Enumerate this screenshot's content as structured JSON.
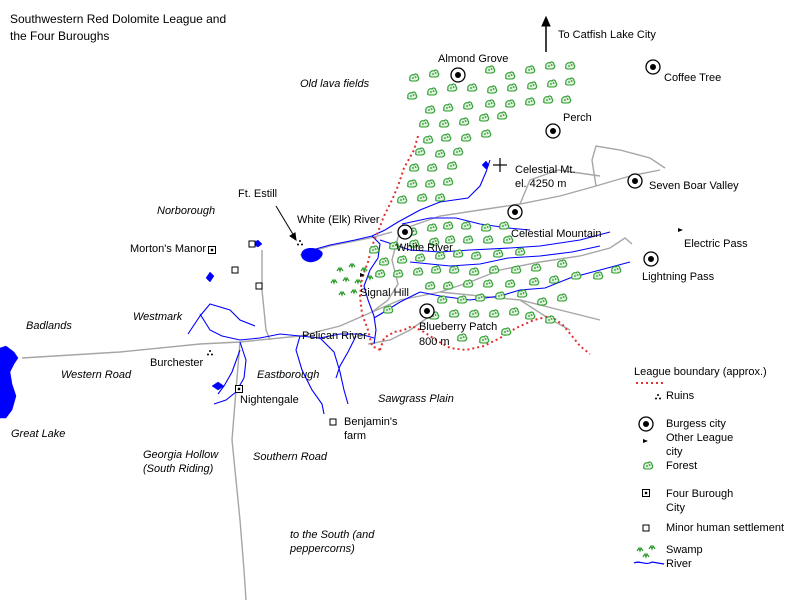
{
  "title": {
    "line1": "Southwestern Red Dolomite League and",
    "line2": "the Four Buroughs"
  },
  "colors": {
    "river": "#0000ff",
    "road": "#a6a6a6",
    "boundary": "#e03030",
    "forest": "#2a9a2a",
    "lake": "#0000ff"
  },
  "places": {
    "catfish": "To Catfish Lake City",
    "almond_grove": "Almond Grove",
    "coffee_tree": "Coffee Tree",
    "perch": "Perch",
    "celestial_mt": "Celestial Mt.",
    "celestial_elev": "el. 4250 m",
    "seven_boar": "Seven Boar Valley",
    "celestial_mountain": "Celestial Mountain",
    "electric_pass": "Electric Pass",
    "lightning_pass": "Lightning Pass",
    "white_river_city": "White River",
    "white_elk_river": "White (Elk) River",
    "ft_estill": "Ft. Estill",
    "signal_hill": "Signal Hill",
    "pelican_river": "Pelican River",
    "blueberry_patch": "Blueberry Patch",
    "blueberry_elev": "800 m",
    "mortons_manor": "Morton's Manor",
    "burchester": "Burchester",
    "nightengale": "Nightengale",
    "benjamins_farm_1": "Benjamin's",
    "benjamins_farm_2": "farm"
  },
  "regions": {
    "old_lava": "Old lava fields",
    "norborough": "Norborough",
    "westmark": "Westmark",
    "badlands": "Badlands",
    "western_road": "Western Road",
    "eastborough": "Eastborough",
    "sawgrass": "Sawgrass Plain",
    "great_lake": "Great Lake",
    "georgia_1": "Georgia Hollow",
    "georgia_2": "(South Riding)",
    "southern_road": "Southern Road",
    "south_1": "to the South (and",
    "south_2": "peppercorns)"
  },
  "legend": {
    "boundary": "League boundary (approx.)",
    "ruins": "Ruins",
    "burgess": "Burgess city",
    "other_1": "Other League",
    "other_2": "city",
    "forest": "Forest",
    "four_1": "Four Burough",
    "four_2": "City",
    "minor": "Minor human settlement",
    "swamp": "Swamp",
    "river": "River"
  },
  "icons": {
    "burgess_city": "bullseye-icon",
    "other_city": "arrow-marker-icon",
    "four_burough_city": "dotted-square-icon",
    "minor_settlement": "hollow-square-icon",
    "forest": "tree-clump-icon",
    "swamp": "swamp-tufts-icon",
    "ruins": "triangle-dots-icon",
    "mountain": "cross-peak-icon"
  }
}
